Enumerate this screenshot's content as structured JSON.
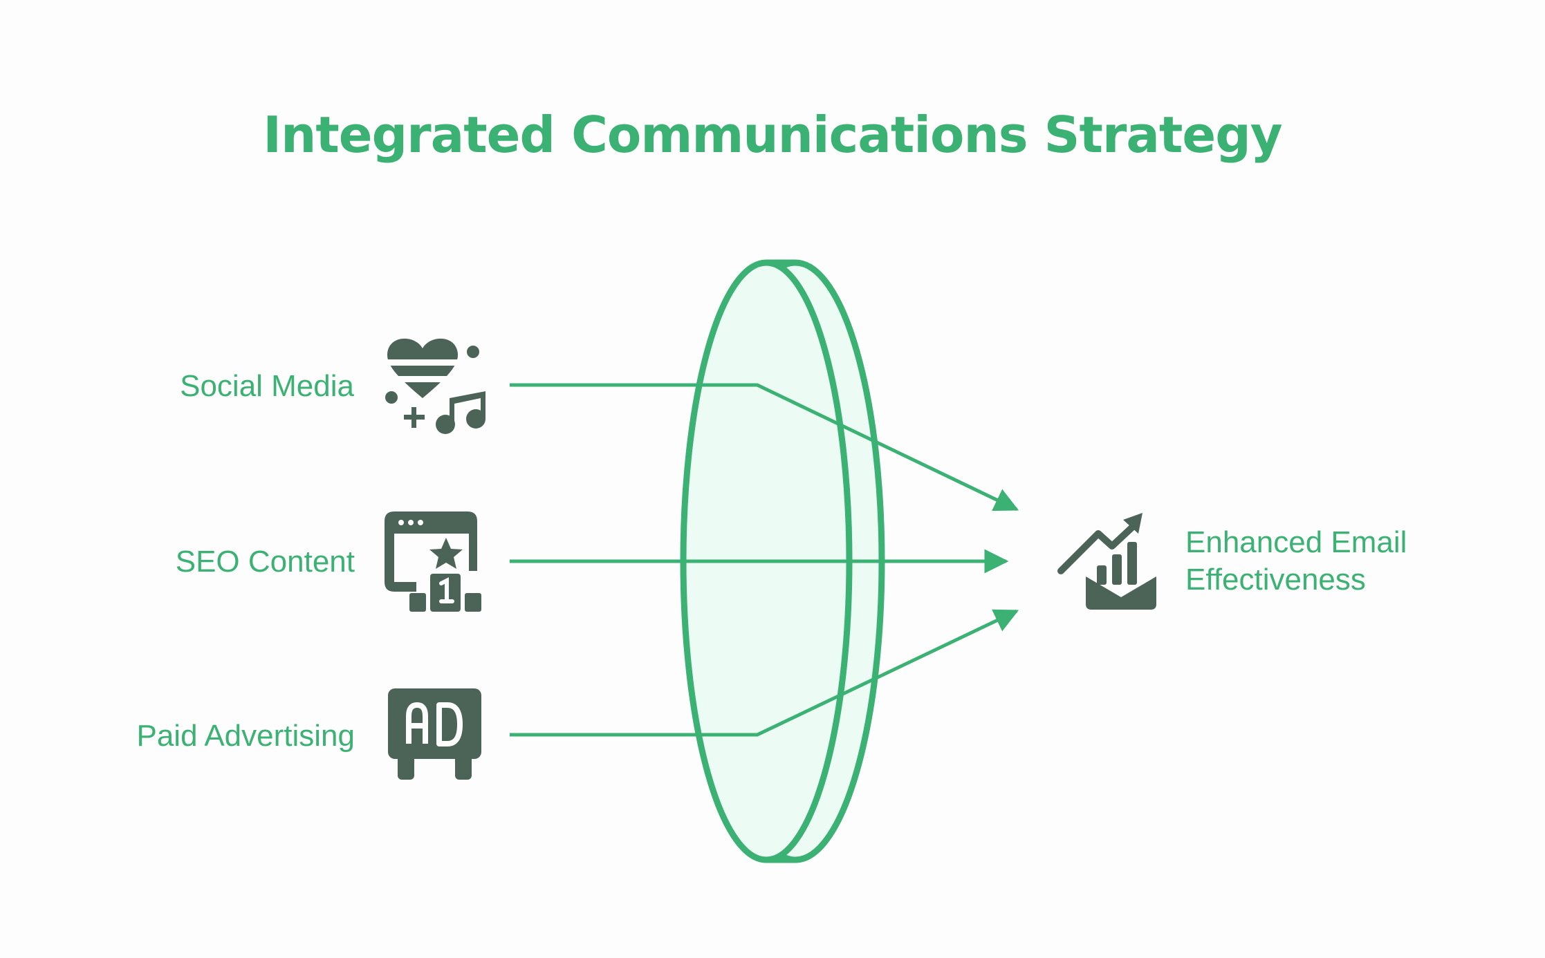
{
  "title": "Integrated Communications Strategy",
  "inputs": [
    {
      "label": "Social Media",
      "icon": "social-media-icon"
    },
    {
      "label": "SEO Content",
      "icon": "seo-content-icon"
    },
    {
      "label": "Paid Advertising",
      "icon": "ad-billboard-icon"
    }
  ],
  "output": {
    "label_line1": "Enhanced Email",
    "label_line2": "Effectiveness",
    "icon": "email-growth-chart-icon"
  },
  "colors": {
    "accent": "#3bb273",
    "icon": "#4c6358",
    "lens_fill": "#ecfbf3",
    "background": "#fdfdfd"
  }
}
